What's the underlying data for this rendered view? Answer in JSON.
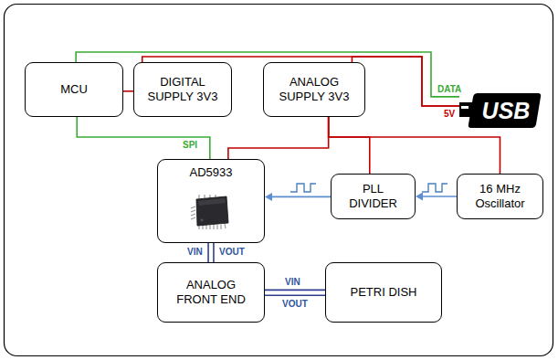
{
  "diagram": {
    "nodes": [
      {
        "text": [
          "MCU"
        ]
      },
      {
        "text": [
          "DIGITAL SUPPLY 3V3"
        ]
      },
      {
        "text": [
          "ANALOG SUPPLY 3V3"
        ]
      },
      {
        "text": [
          "USB"
        ]
      },
      {
        "text": [
          "AD5933"
        ]
      },
      {
        "text": [
          "PLL DIVIDER"
        ]
      },
      {
        "text": [
          "16 MHz Oscillator"
        ]
      },
      {
        "text": [
          "ANALOG FRONT END"
        ]
      },
      {
        "text": [
          "PETRI DISH"
        ]
      }
    ],
    "edges": [
      {
        "from": 0,
        "to": 3,
        "label": "DATA",
        "arrow": "none"
      },
      {
        "from": 1,
        "to": 3,
        "label": "5V",
        "arrow": "none"
      },
      {
        "from": 2,
        "to": 3,
        "arrow": "none"
      },
      {
        "from": 0,
        "to": 1,
        "arrow": "none"
      },
      {
        "from": 0,
        "to": 4,
        "label": "SPI",
        "arrow": "none"
      },
      {
        "from": 2,
        "to": 4,
        "arrow": "none"
      },
      {
        "from": 2,
        "to": 5,
        "arrow": "none"
      },
      {
        "from": 2,
        "to": 6,
        "arrow": "none"
      },
      {
        "from": 6,
        "to": 5,
        "arrow": "to"
      },
      {
        "from": 5,
        "to": 4,
        "arrow": "to"
      },
      {
        "from": 4,
        "to": 7,
        "label": "VIN",
        "arrow": "none"
      },
      {
        "from": 4,
        "to": 7,
        "label": "VOUT",
        "arrow": "none"
      },
      {
        "from": 7,
        "to": 8,
        "label": "VIN",
        "arrow": "none"
      },
      {
        "from": 7,
        "to": 8,
        "label": "VOUT",
        "arrow": "none"
      }
    ]
  }
}
